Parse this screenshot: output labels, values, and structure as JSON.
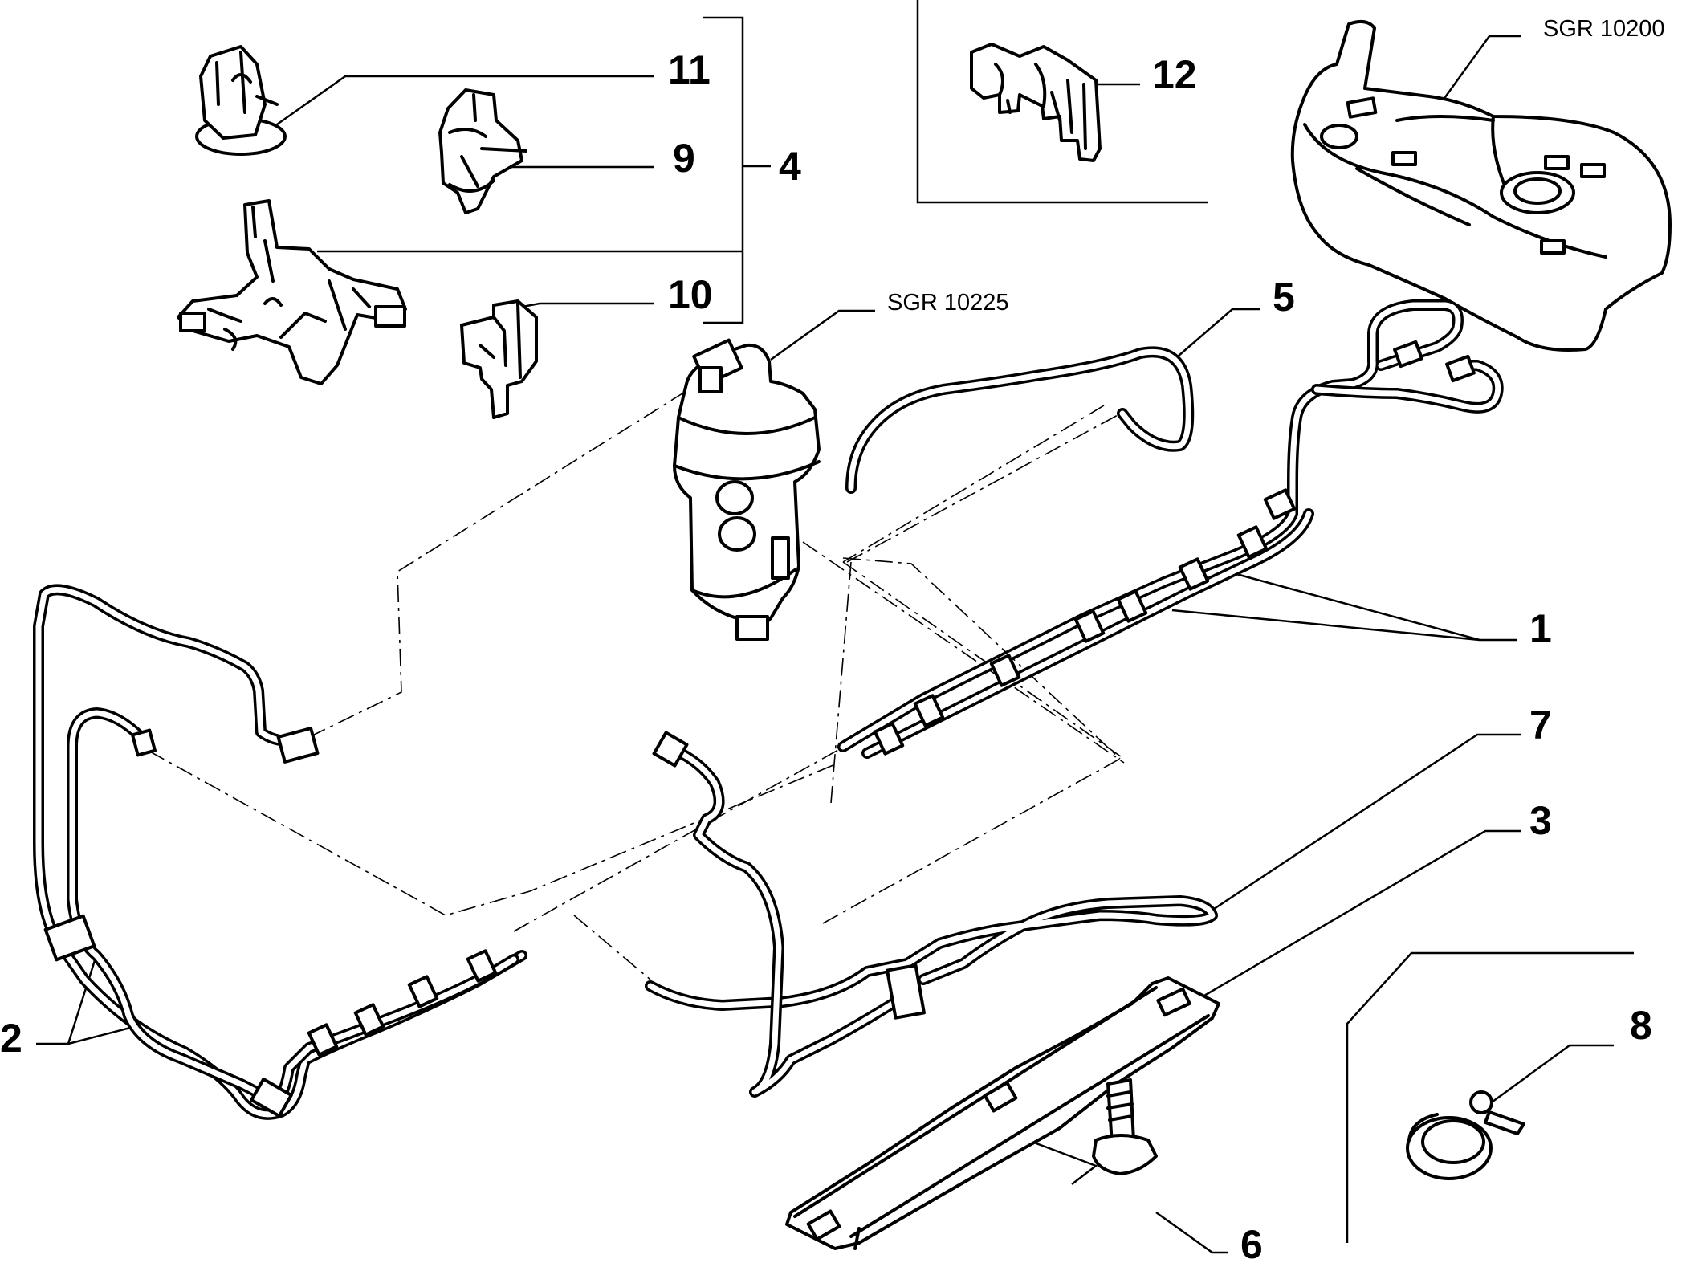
{
  "diagram": {
    "callouts": [
      {
        "id": "1",
        "text": "1"
      },
      {
        "id": "2",
        "text": "2"
      },
      {
        "id": "3",
        "text": "3"
      },
      {
        "id": "4",
        "text": "4"
      },
      {
        "id": "5",
        "text": "5"
      },
      {
        "id": "6",
        "text": "6"
      },
      {
        "id": "7",
        "text": "7"
      },
      {
        "id": "8",
        "text": "8"
      },
      {
        "id": "9",
        "text": "9"
      },
      {
        "id": "10",
        "text": "10"
      },
      {
        "id": "11",
        "text": "11"
      },
      {
        "id": "12",
        "text": "12"
      }
    ],
    "references": [
      {
        "id": "filter",
        "text": "SGR 10225"
      },
      {
        "id": "tank",
        "text": "SGR 10200"
      }
    ]
  }
}
